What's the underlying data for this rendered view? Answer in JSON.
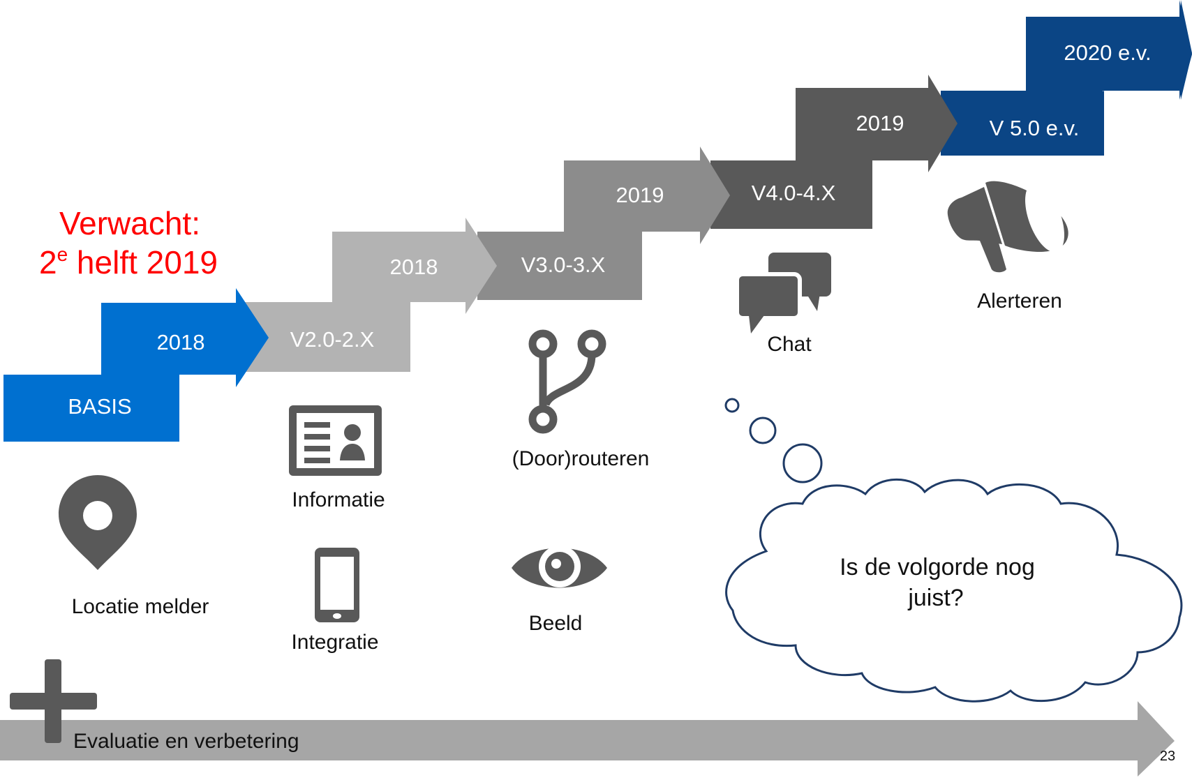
{
  "colors": {
    "basis": "#0070d0",
    "v2": "#b3b3b3",
    "v3": "#8c8c8c",
    "v4": "#595959",
    "v5": "#0b4585",
    "icon": "#595959",
    "expected": "#ff0000",
    "cloud_stroke": "#1f3b66",
    "bottom_arrow": "#a6a6a6"
  },
  "expected": {
    "line1": "Verwacht:",
    "line2_prefix": "2",
    "line2_sup": "e",
    "line2_rest": " helft 2019"
  },
  "steps": [
    {
      "label": "BASIS",
      "year": "2018"
    },
    {
      "label": "V2.0-2.X",
      "year": "2018"
    },
    {
      "label": "V3.0-3.X",
      "year": "2019"
    },
    {
      "label": "V4.0-4.X",
      "year": "2019"
    },
    {
      "label": "V 5.0 e.v.",
      "year": "2020 e.v."
    }
  ],
  "features": [
    {
      "label": "Locatie melder",
      "icon": "location-pin-icon"
    },
    {
      "label": "Informatie",
      "icon": "id-card-icon"
    },
    {
      "label": "Integratie",
      "icon": "smartphone-icon"
    },
    {
      "label": "(Door)routeren",
      "icon": "fork-route-icon"
    },
    {
      "label": "Beeld",
      "icon": "eye-icon"
    },
    {
      "label": "Chat",
      "icon": "chat-bubbles-icon"
    },
    {
      "label": "Alerteren",
      "icon": "megaphone-icon"
    }
  ],
  "thought": {
    "line1": "Is de volgorde nog",
    "line2": "juist?"
  },
  "bottom": {
    "label": "Evaluatie en verbetering",
    "icon": "plus-icon"
  },
  "page_number": "23"
}
